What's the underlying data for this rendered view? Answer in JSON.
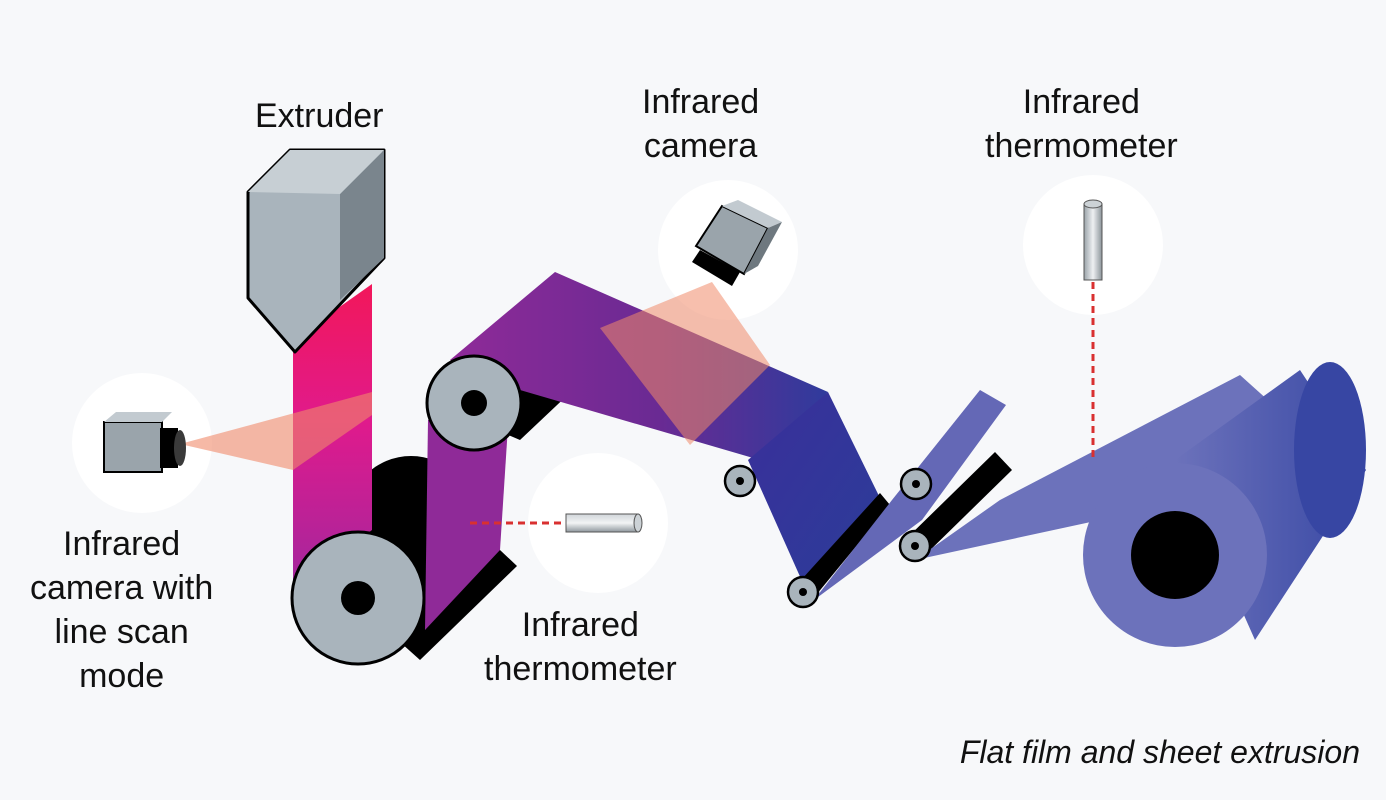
{
  "labels": {
    "extruder": "Extruder",
    "ir_camera_top": [
      "Infrared",
      "camera"
    ],
    "ir_thermometer_top": [
      "Infrared",
      "thermometer"
    ],
    "ir_camera_line_scan": [
      "Infrared",
      "camera with",
      "line scan",
      "mode"
    ],
    "ir_thermometer_bottom": [
      "Infrared",
      "thermometer"
    ]
  },
  "caption": "Flat film and sheet extrusion",
  "colors": {
    "background": "#f7f8fa",
    "hot_film": "#e8197d",
    "mid_film": "#8a2a9a",
    "cool_film": "#2d3a9a",
    "final_film": "#6c72bb",
    "roller": "#a9b4bc",
    "sensor_beam": "#f08a6a",
    "laser_line": "#d93030"
  },
  "icons": [
    "extruder-icon",
    "camera-icon",
    "thermometer-icon",
    "roller-icon"
  ]
}
